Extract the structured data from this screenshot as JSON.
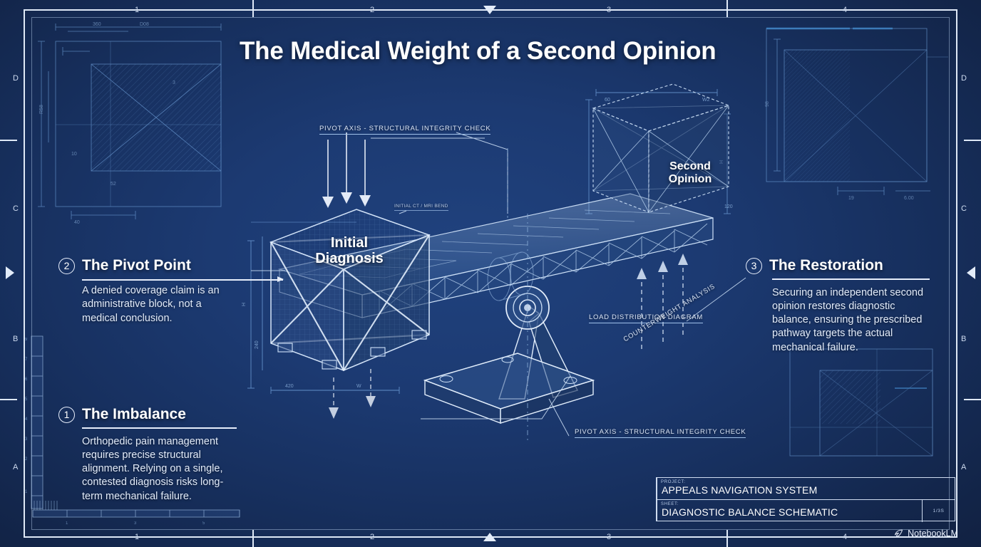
{
  "sheet": {
    "title": "The Medical Weight of a Second Opinion",
    "zone_columns": [
      "1",
      "2",
      "3",
      "4"
    ],
    "zone_rows": [
      "D",
      "C",
      "B",
      "A"
    ],
    "background_color": "#1c3a72",
    "line_color": "#9fc0e8",
    "accent_color": "#dfe9f7"
  },
  "diagram": {
    "left_crate_label": "Initial\nDiagnosis",
    "left_crate_line1": "Initial",
    "left_crate_line2": "Diagnosis",
    "right_crate_line1": "Second",
    "right_crate_line2": "Opinion",
    "annotations": {
      "pivot_top": "PIVOT AXIS - STRUCTURAL INTEGRITY CHECK",
      "micro_left": "INITIAL CT / MRI BEND",
      "load_distribution": "LOAD DISTRIBUTION DIAGRAM",
      "counterweight": "COUNTERWEIGHT ANALYSIS",
      "pivot_bottom": "PIVOT AXIS - STRUCTURAL INTEGRITY CHECK"
    }
  },
  "callouts": [
    {
      "number": "1",
      "title": "The Imbalance",
      "body": "Orthopedic pain management requires precise structural alignment. Relying on a single, contested diagnosis risks long-term mechanical failure."
    },
    {
      "number": "2",
      "title": "The Pivot Point",
      "body": "A denied coverage claim is an administrative block, not a medical conclusion."
    },
    {
      "number": "3",
      "title": "The Restoration",
      "body": "Securing an independent second opinion restores diagnostic balance, ensuring the prescribed pathway targets the actual mechanical failure."
    }
  ],
  "title_block": {
    "project_label": "PROJECT:",
    "project_value": "APPEALS NAVIGATION SYSTEM",
    "sheet_label": "SHEET:",
    "sheet_value": "DIAGNOSTIC BALANCE SCHEMATIC",
    "sheet_number": "1/3S"
  },
  "watermark": {
    "brand": "NotebookLM",
    "icon": "notebooklm-spark-icon"
  }
}
